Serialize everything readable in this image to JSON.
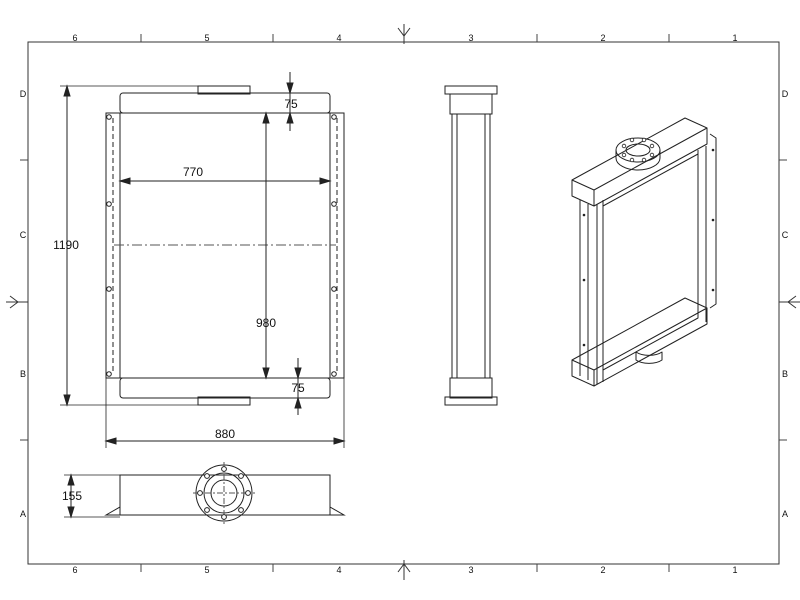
{
  "drawing": {
    "frame_columns": [
      "6",
      "5",
      "4",
      "3",
      "2",
      "1"
    ],
    "frame_rows": [
      "D",
      "C",
      "B",
      "A"
    ],
    "dimensions": {
      "overall_height": "1190",
      "core_width": "770",
      "core_height": "980",
      "top_offset": "75",
      "bottom_offset": "75",
      "overall_width": "880",
      "depth": "155"
    }
  }
}
